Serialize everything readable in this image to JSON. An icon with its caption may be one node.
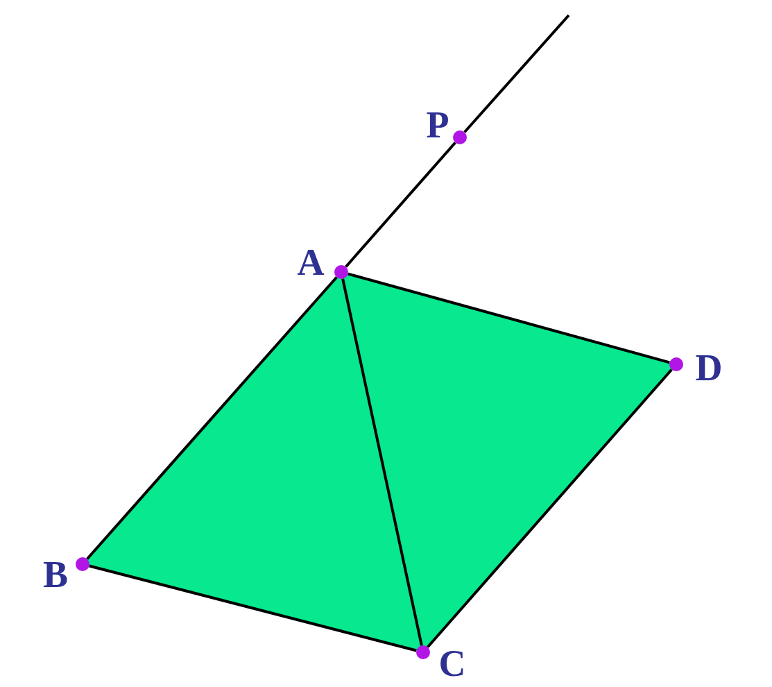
{
  "diagram": {
    "nodes": [
      {
        "text": [],
        "shape": "circle",
        "beside": [
          "P"
        ]
      },
      {
        "text": [],
        "shape": "circle",
        "beside": [
          "A"
        ]
      },
      {
        "text": [],
        "shape": "circle",
        "beside": [
          "D"
        ]
      },
      {
        "text": [],
        "shape": "circle",
        "beside": [
          "B"
        ]
      },
      {
        "text": [],
        "shape": "circle",
        "beside": [
          "C"
        ]
      }
    ],
    "edges": [
      {
        "from": 1,
        "to": 3,
        "arrow": "none"
      },
      {
        "from": 3,
        "to": 4,
        "arrow": "none"
      },
      {
        "from": 4,
        "to": 2,
        "arrow": "none"
      },
      {
        "from": 2,
        "to": 1,
        "arrow": "none"
      },
      {
        "from": 1,
        "to": 4,
        "arrow": "none"
      },
      {
        "from": 1,
        "to": 0,
        "arrow": "none"
      },
      {
        "from": 0,
        "to": null,
        "arrow": "none"
      }
    ]
  }
}
